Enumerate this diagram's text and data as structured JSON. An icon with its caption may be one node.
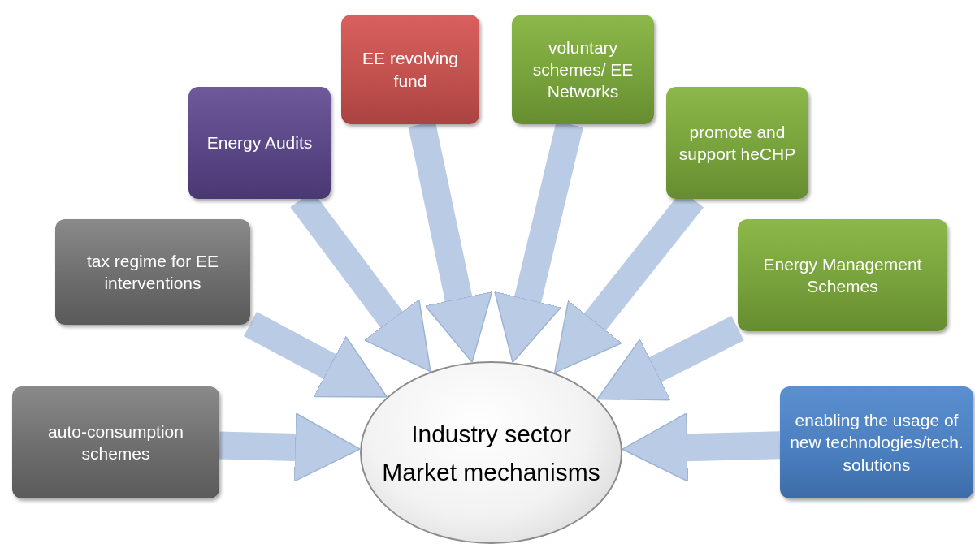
{
  "diagram": {
    "nodes": [
      {
        "text": [
          "Industry sector",
          "Market mechanisms"
        ]
      },
      {
        "text": [
          "auto-consumption schemes"
        ]
      },
      {
        "text": [
          "tax regime for EE interventions"
        ]
      },
      {
        "text": [
          "Energy Audits"
        ]
      },
      {
        "text": [
          "EE revolving fund"
        ]
      },
      {
        "text": [
          "voluntary schemes/ EE Networks"
        ]
      },
      {
        "text": [
          "promote and support heCHP"
        ]
      },
      {
        "text": [
          "Energy Management Schemes"
        ]
      },
      {
        "text": [
          "enabling the usage of new technologies/tech. solutions"
        ]
      }
    ],
    "edges": [
      {
        "from": 1,
        "to": 0,
        "arrow": "to"
      },
      {
        "from": 2,
        "to": 0,
        "arrow": "to"
      },
      {
        "from": 3,
        "to": 0,
        "arrow": "to"
      },
      {
        "from": 4,
        "to": 0,
        "arrow": "to"
      },
      {
        "from": 5,
        "to": 0,
        "arrow": "to"
      },
      {
        "from": 6,
        "to": 0,
        "arrow": "to"
      },
      {
        "from": 7,
        "to": 0,
        "arrow": "to"
      },
      {
        "from": 8,
        "to": 0,
        "arrow": "to"
      }
    ]
  }
}
